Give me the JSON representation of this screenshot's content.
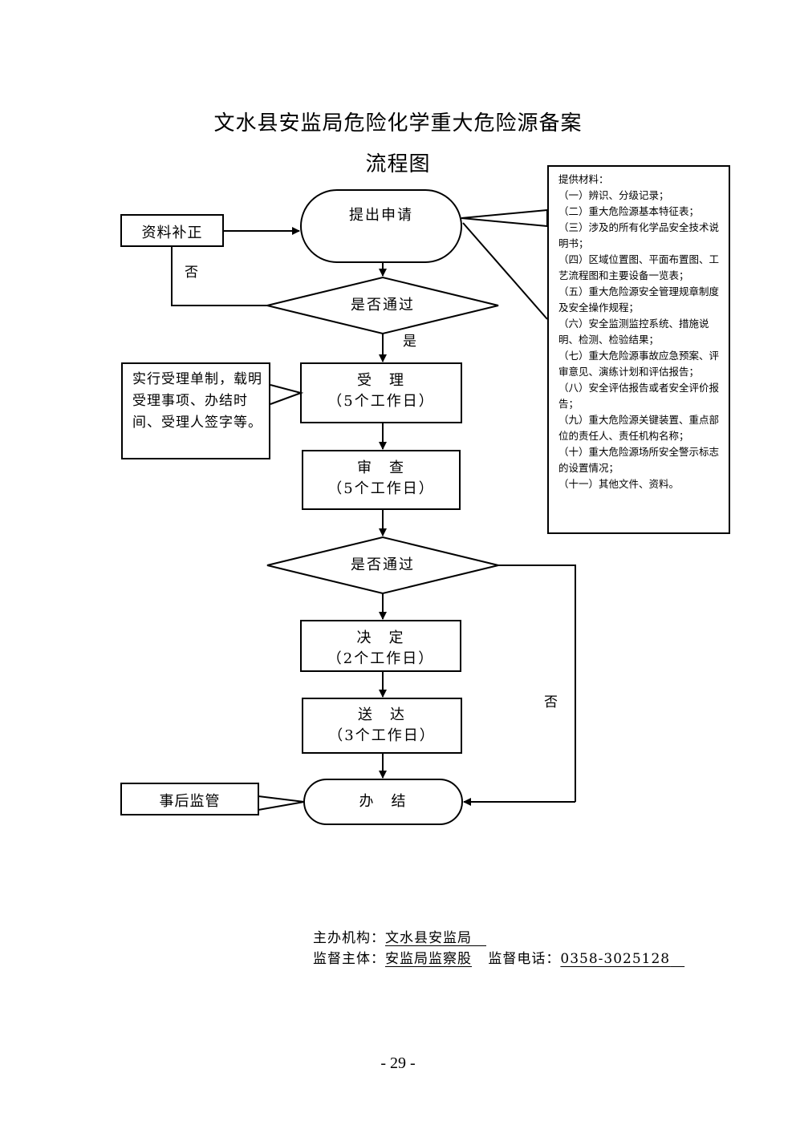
{
  "title": {
    "line1": "文水县安监局危险化学重大危险源备案",
    "line2": "流程图"
  },
  "nodes": {
    "apply": "提出申请",
    "check1": "是否通过",
    "accept_title": "受　理",
    "accept_days": "（5个工作日）",
    "review_title": "审　查",
    "review_days": "（5个工作日）",
    "check2": "是否通过",
    "decide_title": "决　定",
    "decide_days": "（2个工作日）",
    "deliver_title": "送　达",
    "deliver_days": "（3个工作日）",
    "finish": "办　结"
  },
  "side_boxes": {
    "supplement": "资料补正",
    "after_supervision": "事后监管",
    "accept_note": "实行受理单制，载明受理事项、办结时间、受理人签字等。"
  },
  "edge_labels": {
    "no1": "否",
    "yes1": "是",
    "no2": "否"
  },
  "materials": {
    "heading": "提供材料：",
    "items": [
      "（一）辨识、分级记录；",
      "（二）重大危险源基本特征表；",
      "（三）涉及的所有化学品安全技术说明书；",
      "（四）区域位置图、平面布置图、工艺流程图和主要设备一览表；",
      "（五）重大危险源安全管理规章制度及安全操作规程；",
      "（六）安全监测监控系统、措施说明、检测、检验结果；",
      "（七）重大危险源事故应急预案、评审意见、演练计划和评估报告；",
      "（八）安全评估报告或者安全评价报告；",
      "（九）重大危险源关键装置、重点部位的责任人、责任机构名称；",
      "（十）重大危险源场所安全警示标志的设置情况；",
      "（十一）其他文件、资料。"
    ]
  },
  "footer": {
    "host_label": "主办机构：",
    "host_value": "文水县安监局",
    "supervisor_label": "监督主体：",
    "supervisor_value": "安监局监察股",
    "phone_label": "监督电话：",
    "phone_value": "0358-3025128"
  },
  "page_number": "- 29 -"
}
